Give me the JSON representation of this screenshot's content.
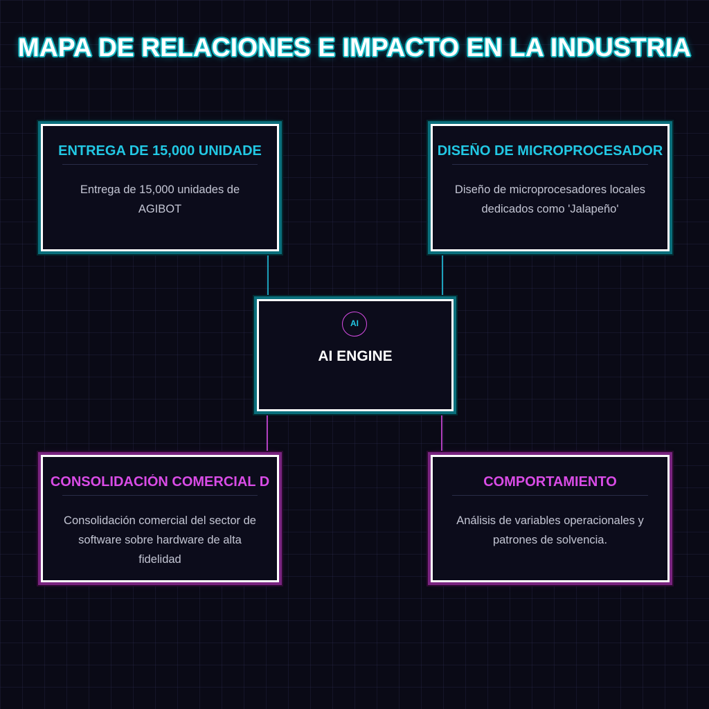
{
  "title": "MAPA DE RELACIONES E IMPACTO EN LA INDUSTRIA",
  "center": {
    "badge": "AI",
    "label": "AI ENGINE"
  },
  "nodes": {
    "top_left": {
      "title": "ENTREGA DE 15,000 UNIDADE",
      "body": "Entrega de 15,000 unidades de AGIBOT"
    },
    "top_right": {
      "title": "DISEÑO DE MICROPROCESADOR",
      "body": "Diseño de microprocesadores locales dedicados como 'Jalapeño'"
    },
    "bottom_left": {
      "title": "CONSOLIDACIÓN COMERCIAL D",
      "body": "Consolidación comercial del sector de software sobre hardware de alta fidelidad"
    },
    "bottom_right": {
      "title": "COMPORTAMIENTO",
      "body": "Análisis de variables operacionales y patrones de solvencia."
    }
  },
  "colors": {
    "background": "#0a0a16",
    "cyan_accent": "#22c8e4",
    "magenta_accent": "#d94ce6",
    "border": "#ffffff",
    "body_text": "#c4c6d4"
  }
}
